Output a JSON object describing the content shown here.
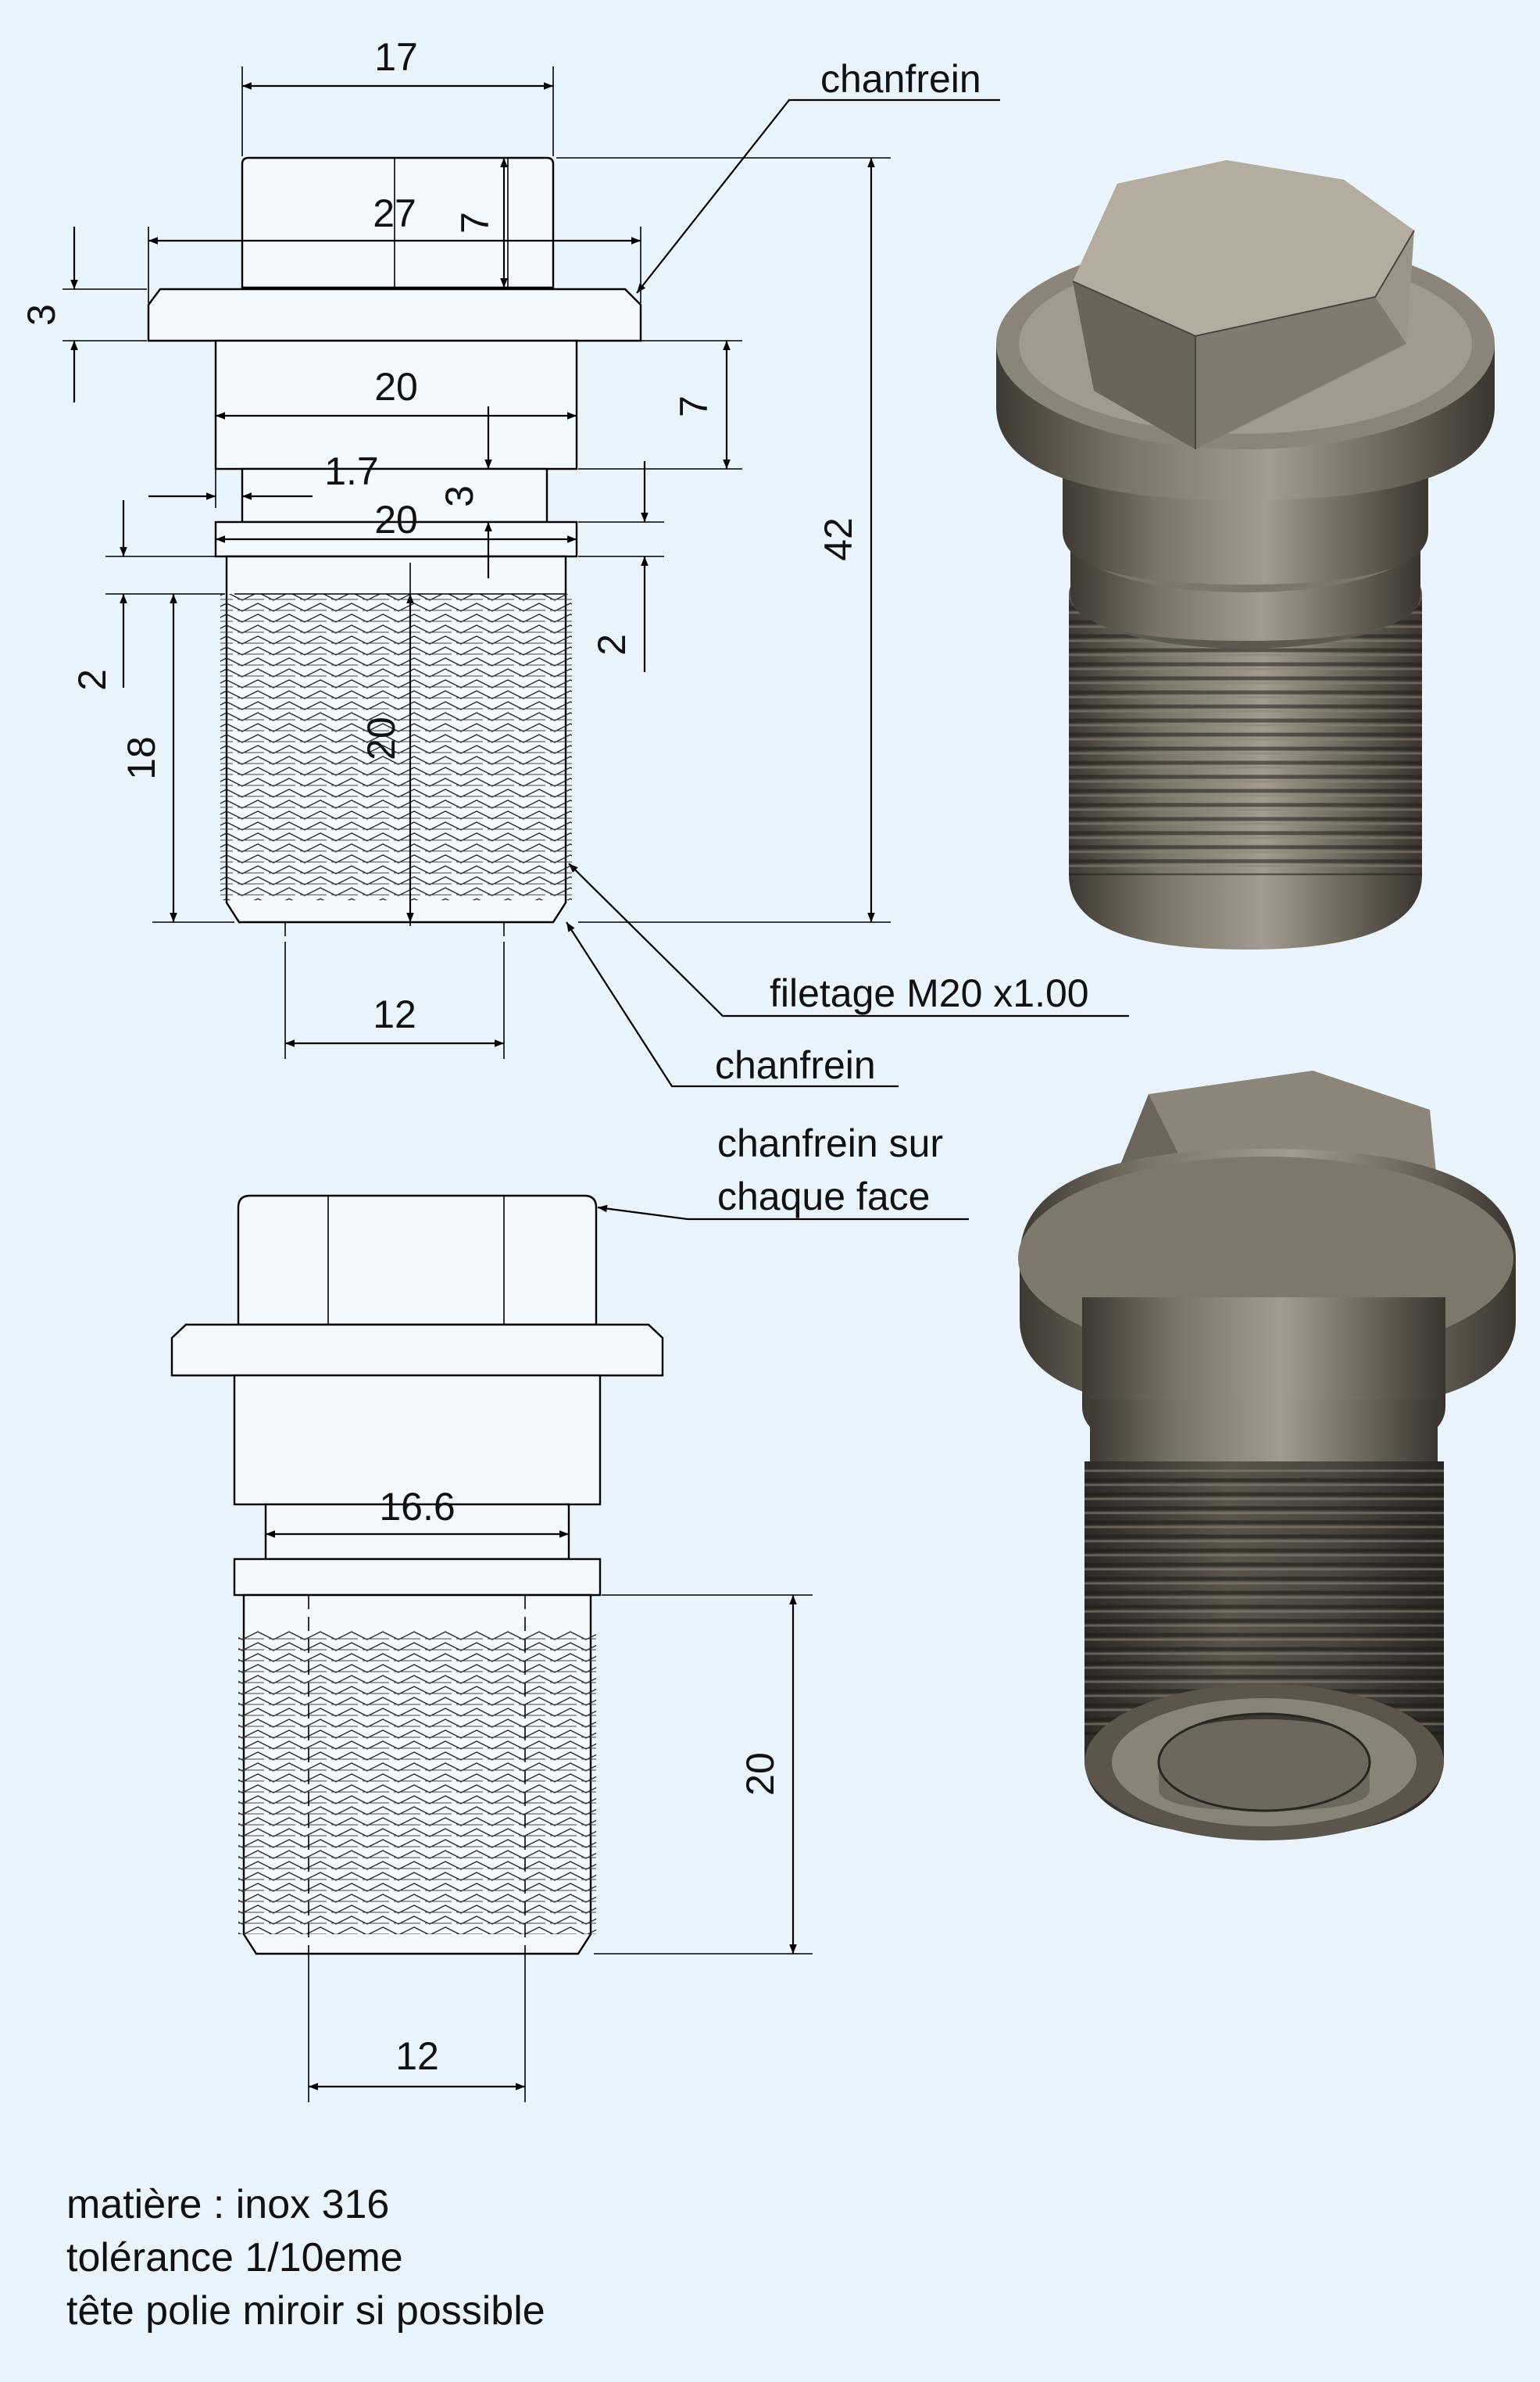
{
  "dimensions": {
    "head_width": "17",
    "flange_diameter": "27",
    "head_height": "7",
    "flange_thickness": "3",
    "body_diameter": "20",
    "body_height": "7",
    "groove_depth": "1.7",
    "groove_width": "3",
    "ring_diameter": "20",
    "ring_height": "2",
    "thread_start": "2",
    "thread_length": "18",
    "thread_diameter": "20",
    "total_length": "42",
    "bore_diameter": "12",
    "groove_diameter": "16.6",
    "thread_length_lower": "20",
    "bore_diameter_lower": "12"
  },
  "labels": {
    "chamfer_top": "chanfrein",
    "thread_spec": "filetage M20 x1.00",
    "chamfer_bottom": "chanfrein",
    "chamfer_faces_line1": "chanfrein sur",
    "chamfer_faces_line2": "chaque face"
  },
  "notes": {
    "material": "matière : inox 316",
    "tolerance": "tolérance 1/10eme",
    "finish": "tête polie miroir si possible"
  },
  "colors": {
    "background": "#eaf4fc",
    "metal": "#6e675d",
    "metal_dark": "#3a352f",
    "metal_light": "#b5aea2"
  }
}
